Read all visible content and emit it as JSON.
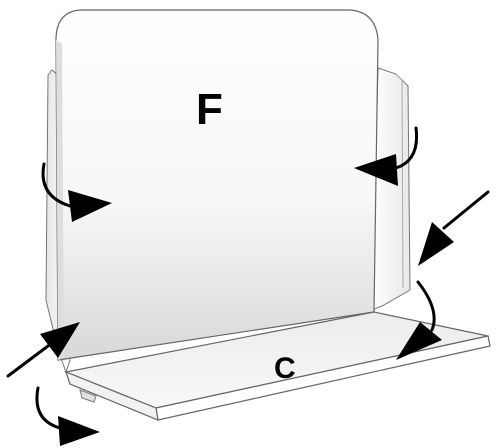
{
  "labels": {
    "front_panel": "F",
    "bottom_panel": "C"
  },
  "arrows": [
    {
      "name": "curved-arrow-left-side",
      "kind": "curved",
      "meaning": "fold"
    },
    {
      "name": "curved-arrow-right-top",
      "kind": "curved",
      "meaning": "fold"
    },
    {
      "name": "straight-arrow-right",
      "kind": "straight",
      "meaning": "push"
    },
    {
      "name": "curved-arrow-right-bottom",
      "kind": "curved",
      "meaning": "fold"
    },
    {
      "name": "straight-arrow-bottom-left",
      "kind": "straight",
      "meaning": "push"
    },
    {
      "name": "curved-arrow-bottom-left",
      "kind": "curved",
      "meaning": "fold"
    }
  ],
  "colors": {
    "panel_fill": "#ffffff",
    "panel_shade": "#dcdcdc",
    "outline": "#555555",
    "arrow": "#000000"
  }
}
